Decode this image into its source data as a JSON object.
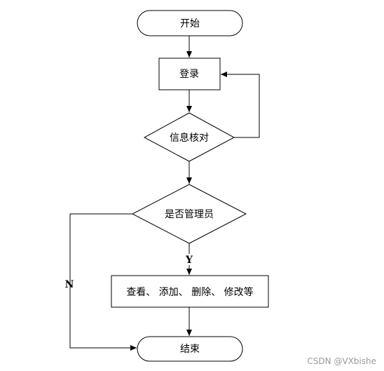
{
  "flowchart": {
    "start": "开始",
    "login": "登录",
    "verify": "信息核对",
    "is_admin": "是否管理员",
    "actions": "查看、 添加、 删除、 修改等",
    "end": "结束",
    "yes_label": "Y",
    "no_label": "N"
  },
  "watermark": "CSDN @VXbishe",
  "colors": {
    "stroke": "#000000",
    "fill": "#ffffff",
    "watermark": "#9a9a9a"
  }
}
